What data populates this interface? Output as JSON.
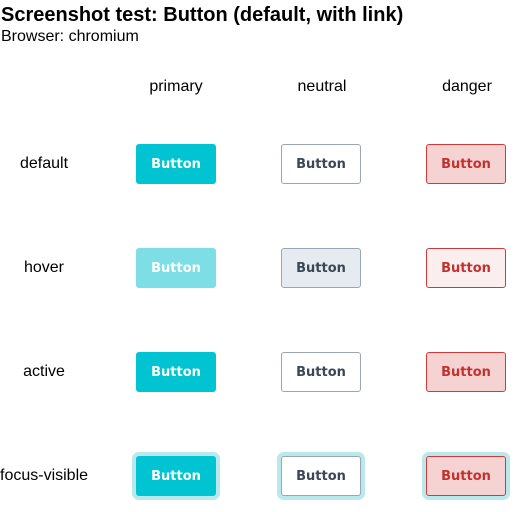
{
  "header": {
    "title": "Screenshot test: Button (default, with link)",
    "subtitle": "Browser: chromium"
  },
  "columns": [
    "primary",
    "neutral",
    "danger"
  ],
  "rows": [
    "default",
    "hover",
    "active",
    "focus-visible"
  ],
  "button_label": "Button",
  "colors": {
    "primary": "#00c4d1",
    "primary_hover": "#7ddfe5",
    "neutral_border": "#9aa7b2",
    "neutral_hover": "#e5ebf0",
    "danger_bg": "#f5d3d3",
    "danger_text": "#c3312f",
    "focus_ring": "#b8e9ec"
  }
}
